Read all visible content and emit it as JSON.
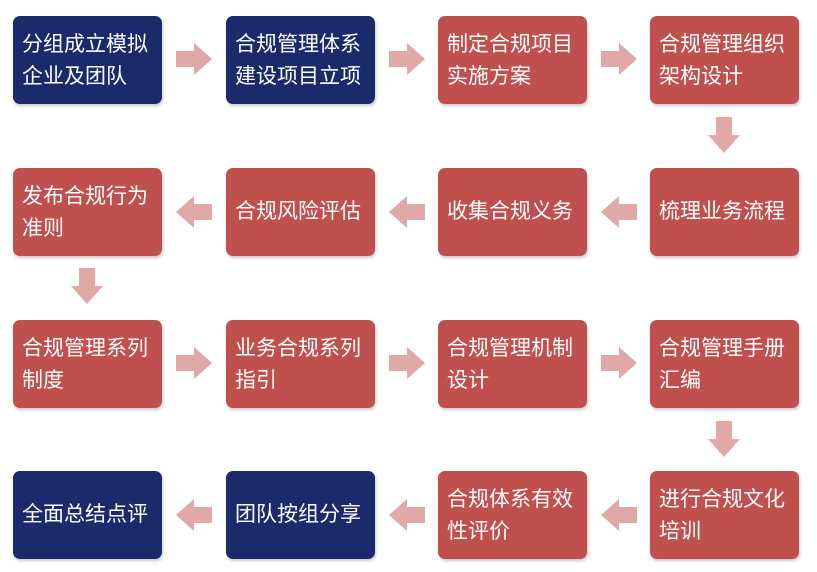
{
  "colors": {
    "navy": "#1b2a6b",
    "red": "#c0504d",
    "arrow": "#e0a8a6"
  },
  "steps": [
    {
      "id": 1,
      "label": "分组成立模拟企业及团队",
      "color": "navy"
    },
    {
      "id": 2,
      "label": "合规管理体系建设项目立项",
      "color": "navy"
    },
    {
      "id": 3,
      "label": "制定合规项目实施方案",
      "color": "red"
    },
    {
      "id": 4,
      "label": "合规管理组织架构设计",
      "color": "red"
    },
    {
      "id": 5,
      "label": "梳理业务流程",
      "color": "red"
    },
    {
      "id": 6,
      "label": "收集合规义务",
      "color": "red"
    },
    {
      "id": 7,
      "label": "合规风险评估",
      "color": "red"
    },
    {
      "id": 8,
      "label": "发布合规行为准则",
      "color": "red"
    },
    {
      "id": 9,
      "label": "合规管理系列制度",
      "color": "red"
    },
    {
      "id": 10,
      "label": "业务合规系列指引",
      "color": "red"
    },
    {
      "id": 11,
      "label": "合规管理机制设计",
      "color": "red"
    },
    {
      "id": 12,
      "label": "合规管理手册汇编",
      "color": "red"
    },
    {
      "id": 13,
      "label": "进行合规文化培训",
      "color": "red"
    },
    {
      "id": 14,
      "label": "合规体系有效性评价",
      "color": "red"
    },
    {
      "id": 15,
      "label": "团队按组分享",
      "color": "navy"
    },
    {
      "id": 16,
      "label": "全面总结点评",
      "color": "navy"
    }
  ]
}
